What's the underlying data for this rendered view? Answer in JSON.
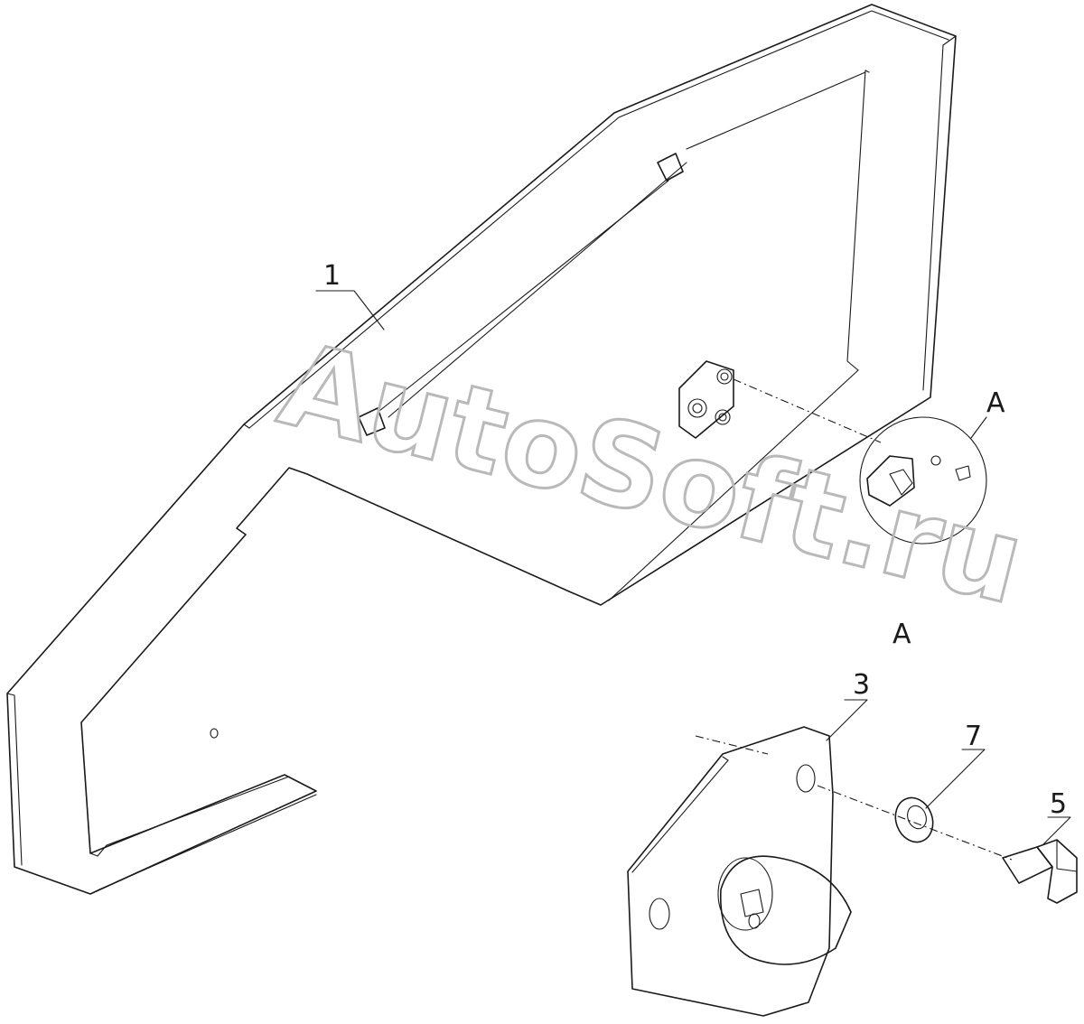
{
  "watermark": "AutoSoft.ru",
  "callouts": {
    "part_1": "1",
    "part_3": "3",
    "part_5": "5",
    "part_7": "7",
    "detail_ref": "A",
    "detail_title": "A"
  }
}
